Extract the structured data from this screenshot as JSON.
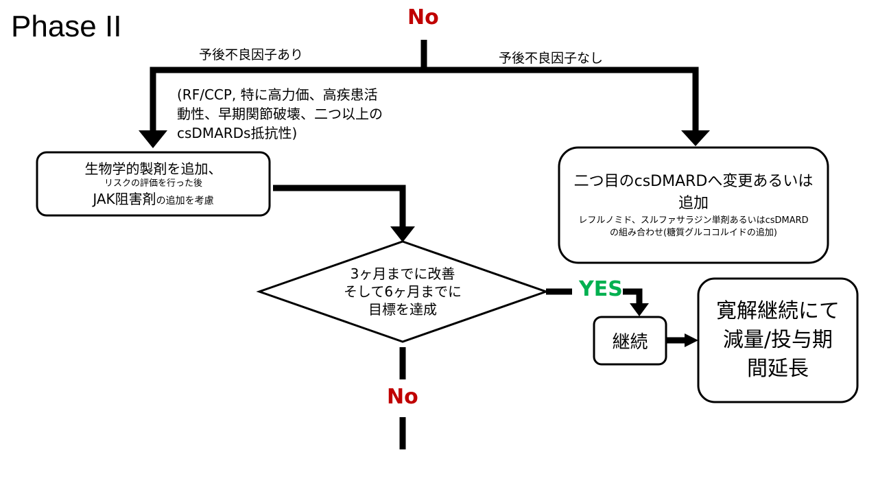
{
  "title": "Phase II",
  "top_decision_label": "No",
  "branch_labels": {
    "left": "予後不良因子あり",
    "right": "予後不良因子なし"
  },
  "criteria_text": "(RF/CCP, 特に高力価、高疾患活動性、早期関節破壊、二つ以上のcsDMARDs抵抗性)",
  "left_box": {
    "line1": "生物学的製剤を追加、",
    "line2": "リスクの評価を行った後",
    "line3_main": "JAK阻害剤",
    "line3_small": "の追加を考慮"
  },
  "right_box": {
    "main_line1": "二つ目のcsDMARDへ変更あるいは",
    "main_line2": "追加",
    "small_line1": "レフルノミド、スルファサラジン単剤あるいはcsDMARD",
    "small_line2": "の組み合わせ(糖質グルココルイドの追加)"
  },
  "decision": {
    "line1": "3ヶ月までに改善",
    "line2": "そして6ヶ月までに",
    "line3": "目標を達成"
  },
  "yes_label": "YES",
  "no_label": "No",
  "continue_box": "継続",
  "remission_box": {
    "line1": "寛解継続にて",
    "line2": "減量/投与期",
    "line3": "間延長"
  },
  "colors": {
    "no": "#c00000",
    "yes": "#00b050",
    "line": "#000000"
  }
}
